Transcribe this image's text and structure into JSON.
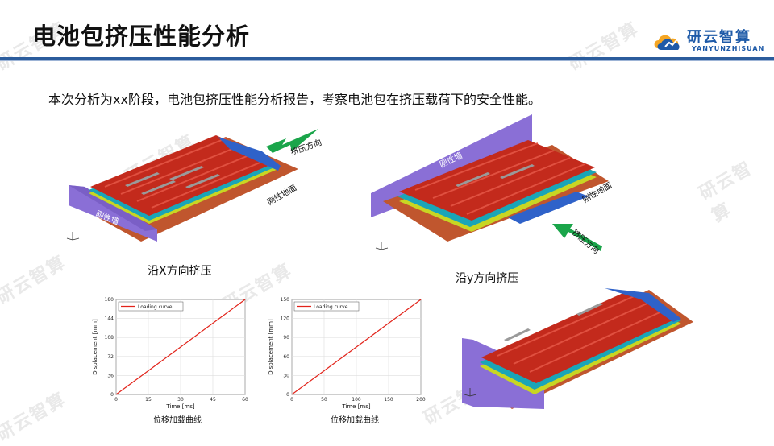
{
  "header": {
    "title": "电池包挤压性能分析",
    "logo_cn": "研云智算",
    "logo_en": "YANYUNZHISUAN"
  },
  "intro": "本次分析为xx阶段，电池包挤压性能分析报告，考察电池包在挤压载荷下的安全性能。",
  "watermark_text": "研云智算",
  "models": {
    "x_case": {
      "caption": "沿X方向挤压",
      "labels": {
        "wall": "刚性墙",
        "ground": "刚性地面",
        "direction": "挤压方向"
      }
    },
    "y_case": {
      "caption": "沿y方向挤压",
      "labels": {
        "wall": "刚性墙",
        "ground": "刚性地面",
        "direction": "挤压方向"
      }
    }
  },
  "colors": {
    "accent": "#2b5c9c",
    "wall": "#8a6fd6",
    "ground": "#c0562e",
    "cover": "#c32a1c",
    "arrow": "#1aa54a",
    "curve": "#e2231a"
  },
  "chart_data": [
    {
      "type": "line",
      "caption": "位移加载曲线",
      "legend": "Loading curve",
      "xlabel": "Time [ms]",
      "ylabel": "Displacement [mm]",
      "xlim": [
        0,
        60
      ],
      "ylim": [
        0,
        180
      ],
      "xticks": [
        0,
        15,
        30,
        45,
        60
      ],
      "yticks": [
        0,
        36,
        72,
        108,
        144,
        180
      ],
      "x": [
        0,
        60
      ],
      "y": [
        0,
        180
      ],
      "grid": true,
      "legend_position": "top-left"
    },
    {
      "type": "line",
      "caption": "位移加载曲线",
      "legend": "Loading curve",
      "xlabel": "Time [ms]",
      "ylabel": "Displacement [mm]",
      "xlim": [
        0,
        200
      ],
      "ylim": [
        0,
        150
      ],
      "xticks": [
        0,
        50,
        100,
        150,
        200
      ],
      "yticks": [
        0,
        30,
        60,
        90,
        120,
        150
      ],
      "x": [
        0,
        200
      ],
      "y": [
        0,
        150
      ],
      "grid": true,
      "legend_position": "top-left"
    }
  ]
}
